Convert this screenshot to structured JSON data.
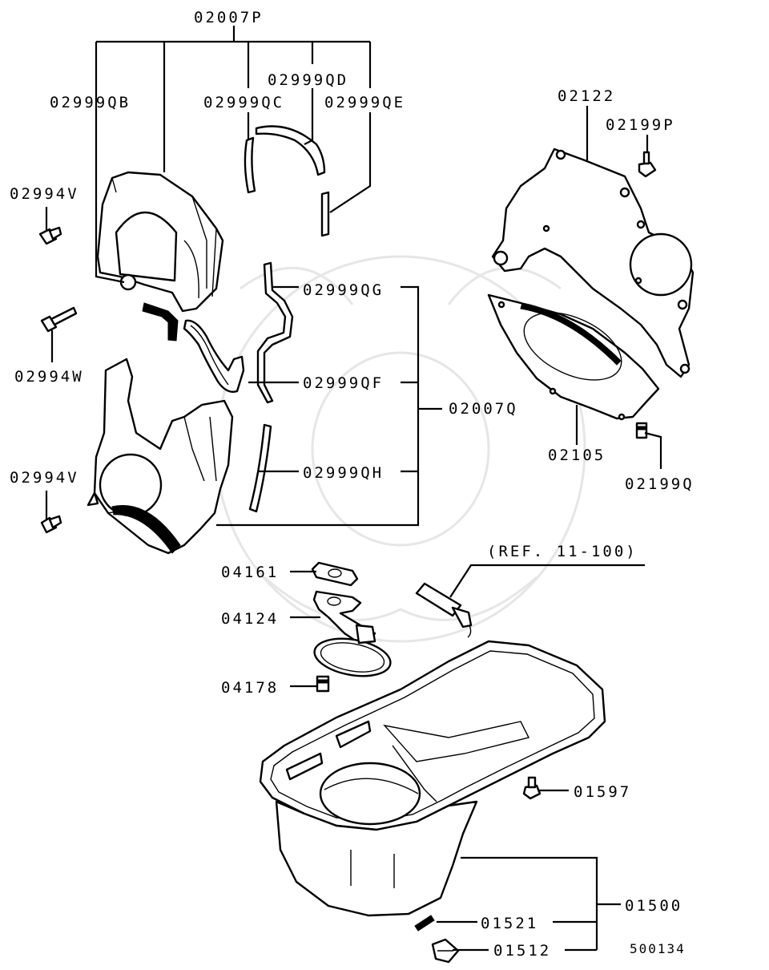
{
  "labels": {
    "p02007P": "02007P",
    "p02999QD": "02999QD",
    "p02999QB": "02999QB",
    "p02999QC": "02999QC",
    "p02999QE": "02999QE",
    "p02994V_top": "02994V",
    "p02994W": "02994W",
    "p02994V_bottom": "02994V",
    "p02999QG": "02999QG",
    "p02999QF": "02999QF",
    "p02007Q": "02007Q",
    "p02999QH": "02999QH",
    "p02122": "02122",
    "p02199P": "02199P",
    "p02105": "02105",
    "p02199Q": "02199Q",
    "ref": "(REF. 11-100)",
    "p04161": "04161",
    "p04124": "04124",
    "p04178": "04178",
    "p01597": "01597",
    "p01500": "01500",
    "p01521": "01521",
    "p01512": "01512",
    "diagram_id": "500134"
  }
}
